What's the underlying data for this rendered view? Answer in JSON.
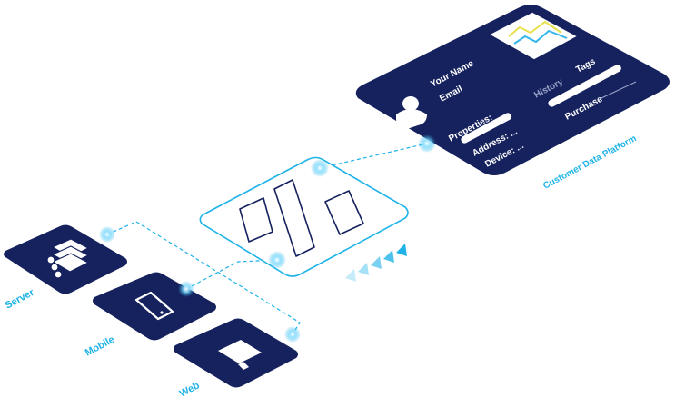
{
  "colors": {
    "navy": "#16225e",
    "accent": "#1fb3e8",
    "card_text": "#ffffff",
    "muted_text": "#9aa3c7",
    "chart_yellow": "#e8e04a",
    "chart_blue": "#33b7ea"
  },
  "sources": [
    {
      "key": "server",
      "label": "Server",
      "icon": "server-icon"
    },
    {
      "key": "mobile",
      "label": "Mobile",
      "icon": "mobile-icon"
    },
    {
      "key": "web",
      "label": "Web",
      "icon": "monitor-icon"
    }
  ],
  "hub": {
    "icon": "segment-logo-icon"
  },
  "cdp": {
    "title": "Customer Data Platform",
    "profile_name": "Your Name",
    "profile_email": "Email",
    "properties_label": "Properties:",
    "address_label": "Address: ...",
    "device_label": "Device: ...",
    "history_label": "History",
    "tags_label": "Tags",
    "purchase_label": "Purchase"
  }
}
